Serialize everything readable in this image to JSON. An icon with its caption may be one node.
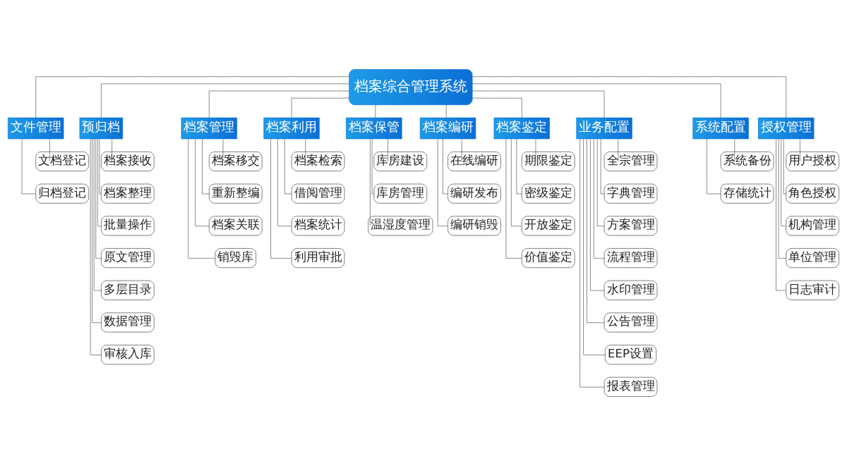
{
  "diagram": {
    "nodes": [
      {
        "text": [
          "档案综合管理系统"
        ]
      },
      {
        "text": [
          "文件管理"
        ]
      },
      {
        "text": [
          "预归档"
        ]
      },
      {
        "text": [
          "档案管理"
        ]
      },
      {
        "text": [
          "档案利用"
        ]
      },
      {
        "text": [
          "档案保管"
        ]
      },
      {
        "text": [
          "档案编研"
        ]
      },
      {
        "text": [
          "档案鉴定"
        ]
      },
      {
        "text": [
          "业务配置"
        ]
      },
      {
        "text": [
          "系统配置"
        ]
      },
      {
        "text": [
          "授权管理"
        ]
      },
      {
        "text": [
          "文档登记"
        ]
      },
      {
        "text": [
          "归档登记"
        ]
      },
      {
        "text": [
          "档案接收"
        ]
      },
      {
        "text": [
          "档案整理"
        ]
      },
      {
        "text": [
          "批量操作"
        ]
      },
      {
        "text": [
          "原文管理"
        ]
      },
      {
        "text": [
          "多层目录"
        ]
      },
      {
        "text": [
          "数据管理"
        ]
      },
      {
        "text": [
          "审核入库"
        ]
      },
      {
        "text": [
          "档案移交"
        ]
      },
      {
        "text": [
          "重新整编"
        ]
      },
      {
        "text": [
          "档案关联"
        ]
      },
      {
        "text": [
          "销毁库"
        ]
      },
      {
        "text": [
          "档案检索"
        ]
      },
      {
        "text": [
          "借阅管理"
        ]
      },
      {
        "text": [
          "档案统计"
        ]
      },
      {
        "text": [
          "利用审批"
        ]
      },
      {
        "text": [
          "库房建设"
        ]
      },
      {
        "text": [
          "库房管理"
        ]
      },
      {
        "text": [
          "温湿度管理"
        ]
      },
      {
        "text": [
          "在线编研"
        ]
      },
      {
        "text": [
          "编研发布"
        ]
      },
      {
        "text": [
          "编研销毁"
        ]
      },
      {
        "text": [
          "期限鉴定"
        ]
      },
      {
        "text": [
          "密级鉴定"
        ]
      },
      {
        "text": [
          "开放鉴定"
        ]
      },
      {
        "text": [
          "价值鉴定"
        ]
      },
      {
        "text": [
          "全宗管理"
        ]
      },
      {
        "text": [
          "字典管理"
        ]
      },
      {
        "text": [
          "方案管理"
        ]
      },
      {
        "text": [
          "流程管理"
        ]
      },
      {
        "text": [
          "水印管理"
        ]
      },
      {
        "text": [
          "公告管理"
        ]
      },
      {
        "text": [
          "EEP设置"
        ]
      },
      {
        "text": [
          "报表管理"
        ]
      },
      {
        "text": [
          "系统备份"
        ]
      },
      {
        "text": [
          "存储统计"
        ]
      },
      {
        "text": [
          "用户授权"
        ]
      },
      {
        "text": [
          "角色授权"
        ]
      },
      {
        "text": [
          "机构管理"
        ]
      },
      {
        "text": [
          "单位管理"
        ]
      },
      {
        "text": [
          "日志审计"
        ]
      }
    ],
    "edges": [
      {
        "from": 0,
        "to": 1,
        "arrow": "none"
      },
      {
        "from": 0,
        "to": 2,
        "arrow": "none"
      },
      {
        "from": 0,
        "to": 3,
        "arrow": "none"
      },
      {
        "from": 0,
        "to": 4,
        "arrow": "none"
      },
      {
        "from": 0,
        "to": 5,
        "arrow": "none"
      },
      {
        "from": 0,
        "to": 6,
        "arrow": "none"
      },
      {
        "from": 0,
        "to": 7,
        "arrow": "none"
      },
      {
        "from": 0,
        "to": 8,
        "arrow": "none"
      },
      {
        "from": 0,
        "to": 9,
        "arrow": "none"
      },
      {
        "from": 0,
        "to": 10,
        "arrow": "none"
      },
      {
        "from": 1,
        "to": 11,
        "arrow": "none"
      },
      {
        "from": 1,
        "to": 12,
        "arrow": "none"
      },
      {
        "from": 2,
        "to": 13,
        "arrow": "none"
      },
      {
        "from": 2,
        "to": 14,
        "arrow": "none"
      },
      {
        "from": 2,
        "to": 15,
        "arrow": "none"
      },
      {
        "from": 2,
        "to": 16,
        "arrow": "none"
      },
      {
        "from": 2,
        "to": 17,
        "arrow": "none"
      },
      {
        "from": 2,
        "to": 18,
        "arrow": "none"
      },
      {
        "from": 2,
        "to": 19,
        "arrow": "none"
      },
      {
        "from": 3,
        "to": 20,
        "arrow": "none"
      },
      {
        "from": 3,
        "to": 21,
        "arrow": "none"
      },
      {
        "from": 3,
        "to": 22,
        "arrow": "none"
      },
      {
        "from": 3,
        "to": 23,
        "arrow": "none"
      },
      {
        "from": 4,
        "to": 24,
        "arrow": "none"
      },
      {
        "from": 4,
        "to": 25,
        "arrow": "none"
      },
      {
        "from": 4,
        "to": 26,
        "arrow": "none"
      },
      {
        "from": 4,
        "to": 27,
        "arrow": "none"
      },
      {
        "from": 5,
        "to": 28,
        "arrow": "none"
      },
      {
        "from": 5,
        "to": 29,
        "arrow": "none"
      },
      {
        "from": 5,
        "to": 30,
        "arrow": "none"
      },
      {
        "from": 6,
        "to": 31,
        "arrow": "none"
      },
      {
        "from": 6,
        "to": 32,
        "arrow": "none"
      },
      {
        "from": 6,
        "to": 33,
        "arrow": "none"
      },
      {
        "from": 7,
        "to": 34,
        "arrow": "none"
      },
      {
        "from": 7,
        "to": 35,
        "arrow": "none"
      },
      {
        "from": 7,
        "to": 36,
        "arrow": "none"
      },
      {
        "from": 7,
        "to": 37,
        "arrow": "none"
      },
      {
        "from": 8,
        "to": 38,
        "arrow": "none"
      },
      {
        "from": 8,
        "to": 39,
        "arrow": "none"
      },
      {
        "from": 8,
        "to": 40,
        "arrow": "none"
      },
      {
        "from": 8,
        "to": 41,
        "arrow": "none"
      },
      {
        "from": 8,
        "to": 42,
        "arrow": "none"
      },
      {
        "from": 8,
        "to": 43,
        "arrow": "none"
      },
      {
        "from": 8,
        "to": 44,
        "arrow": "none"
      },
      {
        "from": 8,
        "to": 45,
        "arrow": "none"
      },
      {
        "from": 9,
        "to": 46,
        "arrow": "none"
      },
      {
        "from": 9,
        "to": 47,
        "arrow": "none"
      },
      {
        "from": 10,
        "to": 48,
        "arrow": "none"
      },
      {
        "from": 10,
        "to": 49,
        "arrow": "none"
      },
      {
        "from": 10,
        "to": 50,
        "arrow": "none"
      },
      {
        "from": 10,
        "to": 51,
        "arrow": "none"
      },
      {
        "from": 10,
        "to": 52,
        "arrow": "none"
      }
    ]
  }
}
